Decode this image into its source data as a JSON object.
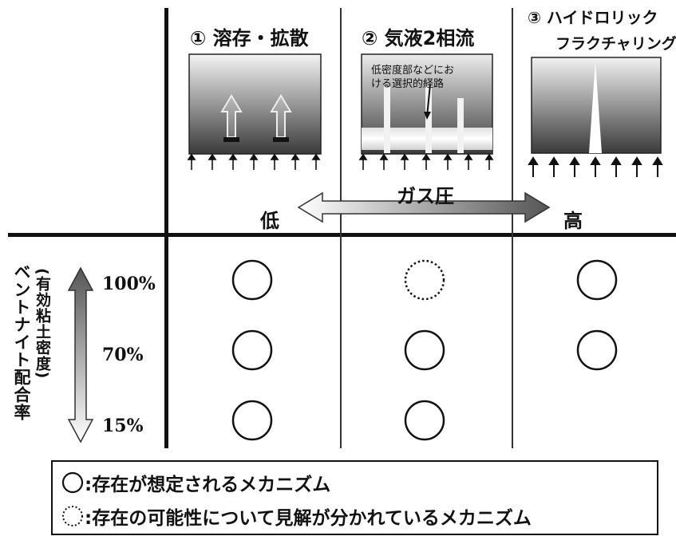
{
  "headers": {
    "col1": "① 溶存・拡散",
    "col2": "② 気液2相流",
    "col3_line1": "③ ハイドロリック",
    "col3_line2": "フラクチャリング"
  },
  "col2_annotation": {
    "line1": "低密度部などにお",
    "line2": "ける選択的経路"
  },
  "gas_pressure": {
    "label": "ガス圧",
    "low": "低",
    "high": "高"
  },
  "rows": {
    "r1": "100%",
    "r2": "70%",
    "r3": "15%"
  },
  "axis_label": {
    "main": "ベントナイト配合率",
    "sub": "(有効粘土密度)"
  },
  "legend": {
    "solid": ":存在が想定されるメカニズム",
    "dotted": ":存在の可能性について見解が分かれているメカニズム"
  }
}
